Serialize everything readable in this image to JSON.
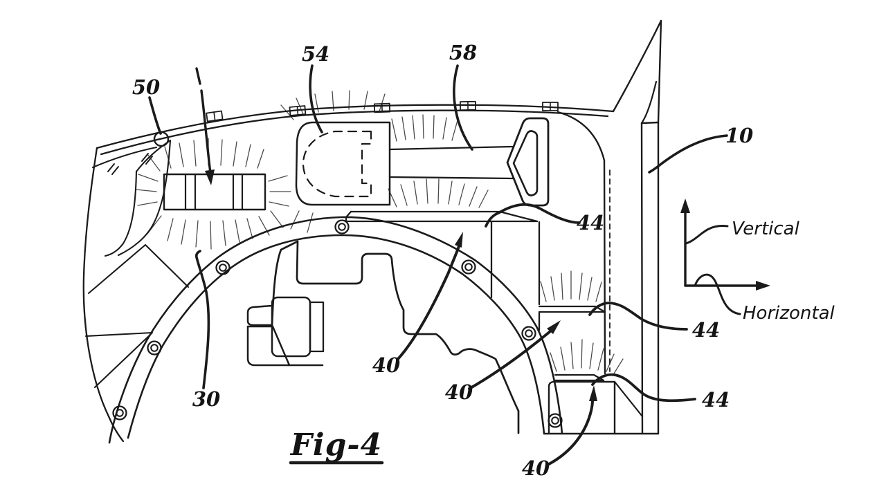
{
  "figure": {
    "caption": "Fig-4",
    "axis": {
      "vertical_label": "Vertical",
      "horizontal_label": "Horizontal"
    },
    "refs": {
      "n10": "10",
      "n30": "30",
      "n40": "40",
      "n44": "44",
      "n50": "50",
      "n54": "54",
      "n58": "58"
    }
  }
}
